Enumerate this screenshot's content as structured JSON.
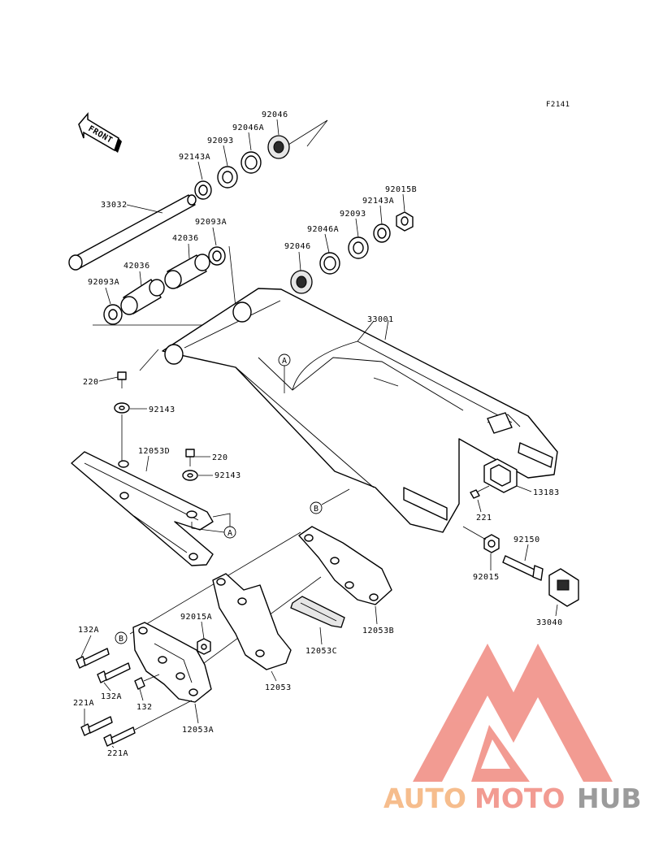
{
  "figure_id": "F2141",
  "direction_label": "FRONT",
  "watermark": {
    "part1": "AUTO",
    "part2": "MOTO",
    "part3": "HUB",
    "color_orange": "#f5b27a",
    "color_red": "#f08a80",
    "color_gray": "#8a8a8a"
  },
  "ref_marks": {
    "a": "A",
    "b": "B"
  },
  "parts": {
    "p33032": "33032",
    "p42036a": "42036",
    "p42036b": "42036",
    "p92093a_left": "92093A",
    "p92093a_upper": "92093A",
    "p92143a_left": "92143A",
    "p92093_left": "92093",
    "p92046a_left": "92046A",
    "p92046_top": "92046",
    "p92046_right": "92046",
    "p92046a_right": "92046A",
    "p92093_right": "92093",
    "p92143a_right": "92143A",
    "p92015b": "92015B",
    "p33001": "33001",
    "p220_a": "220",
    "p92143_a": "92143",
    "p12053d": "12053D",
    "p220_b": "220",
    "p92143_b": "92143",
    "p13183": "13183",
    "p221": "221",
    "p92150": "92150",
    "p92015": "92015",
    "p33040": "33040",
    "p12053b": "12053B",
    "p12053c": "12053C",
    "p12053": "12053",
    "p12053a": "12053A",
    "p92015a": "92015A",
    "p132a_top": "132A",
    "p132a_mid": "132A",
    "p132": "132",
    "p221a_a": "221A",
    "p221a_b": "221A"
  }
}
